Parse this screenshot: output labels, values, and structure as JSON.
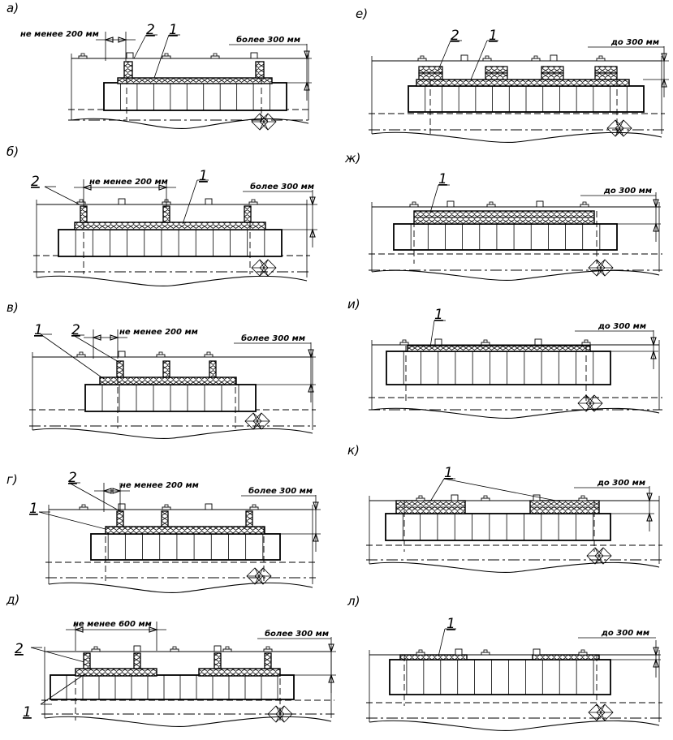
{
  "panels": [
    {
      "id": "a",
      "label": "а)",
      "gap_note": "не менее 200 мм",
      "height_note": "более 300 мм",
      "callouts": [
        "2",
        "1"
      ]
    },
    {
      "id": "b",
      "label": "б)",
      "gap_note": "не менее 200 мм",
      "height_note": "более 300 мм",
      "callouts": [
        "2",
        "1"
      ]
    },
    {
      "id": "v",
      "label": "в)",
      "gap_note": "не менее 200 мм",
      "height_note": "более 300 мм",
      "callouts": [
        "1",
        "2"
      ]
    },
    {
      "id": "g",
      "label": "г)",
      "gap_note": "не менее 200 мм",
      "height_note": "более 300 мм",
      "callouts": [
        "2",
        "1"
      ]
    },
    {
      "id": "d",
      "label": "д)",
      "gap_note": "не менее 600 мм",
      "height_note": "более 300 мм",
      "callouts": [
        "2",
        "1"
      ]
    },
    {
      "id": "e",
      "label": "е)",
      "gap_note": "",
      "height_note": "до 300 мм",
      "callouts": [
        "2",
        "1"
      ]
    },
    {
      "id": "zh",
      "label": "ж)",
      "gap_note": "",
      "height_note": "до 300 мм",
      "callouts": [
        "1"
      ]
    },
    {
      "id": "i",
      "label": "и)",
      "gap_note": "",
      "height_note": "до 300 мм",
      "callouts": [
        "1"
      ]
    },
    {
      "id": "k",
      "label": "к)",
      "gap_note": "",
      "height_note": "до 300 мм",
      "callouts": [
        "1"
      ]
    },
    {
      "id": "l",
      "label": "л)",
      "gap_note": "",
      "height_note": "до 300 мм",
      "callouts": [
        "1"
      ]
    }
  ]
}
